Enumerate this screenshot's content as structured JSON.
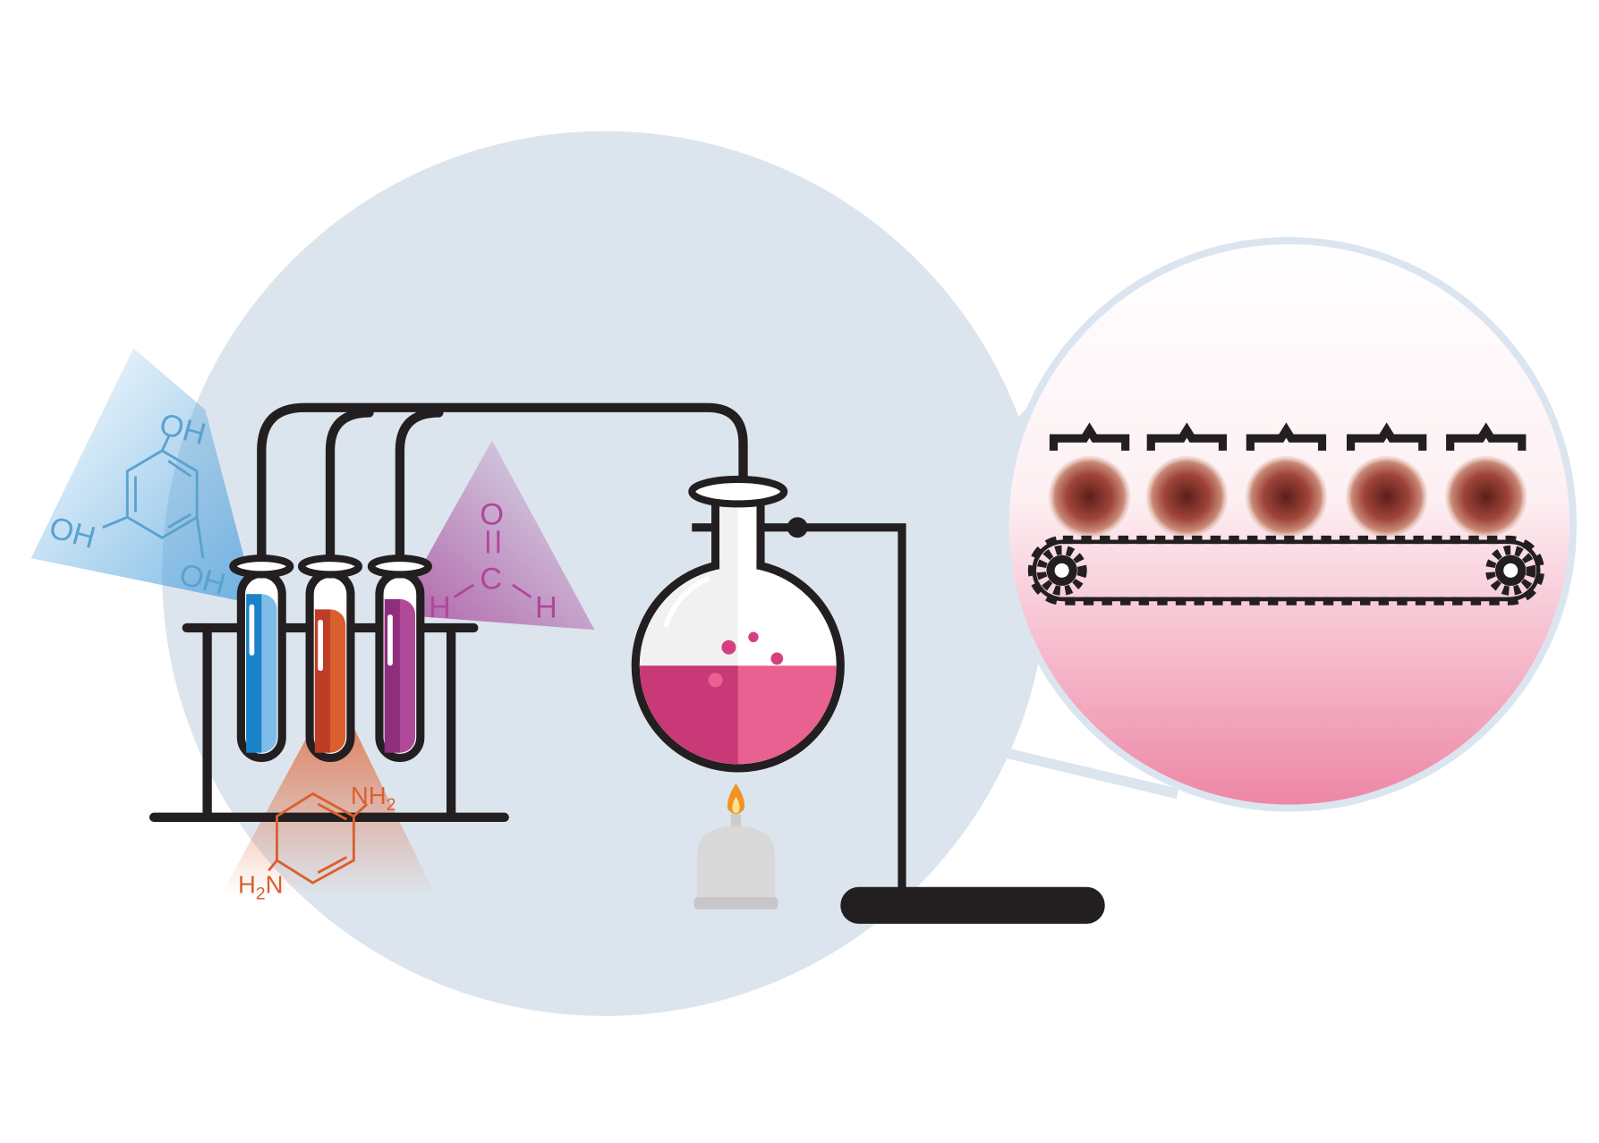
{
  "colors": {
    "background_circle": "#dce5ee",
    "blue": "#2f8fd3",
    "orange": "#d9602e",
    "purple": "#a23d8e",
    "pink": "#e0497a",
    "outline": "#231f20"
  },
  "molecules": {
    "phloroglucinol": {
      "oh_top": "OH",
      "oh_left": "OH",
      "oh_right": "OH"
    },
    "formaldehyde": {
      "o": "O",
      "c": "C",
      "h_left": "H",
      "h_right": "H"
    },
    "phenylenediamine": {
      "nh2_main": "NH",
      "nh2_sub": "2",
      "h2n_h": "H",
      "h2n_sub": "2",
      "h2n_n": "N"
    }
  },
  "conveyor": {
    "particle_count": 5
  }
}
